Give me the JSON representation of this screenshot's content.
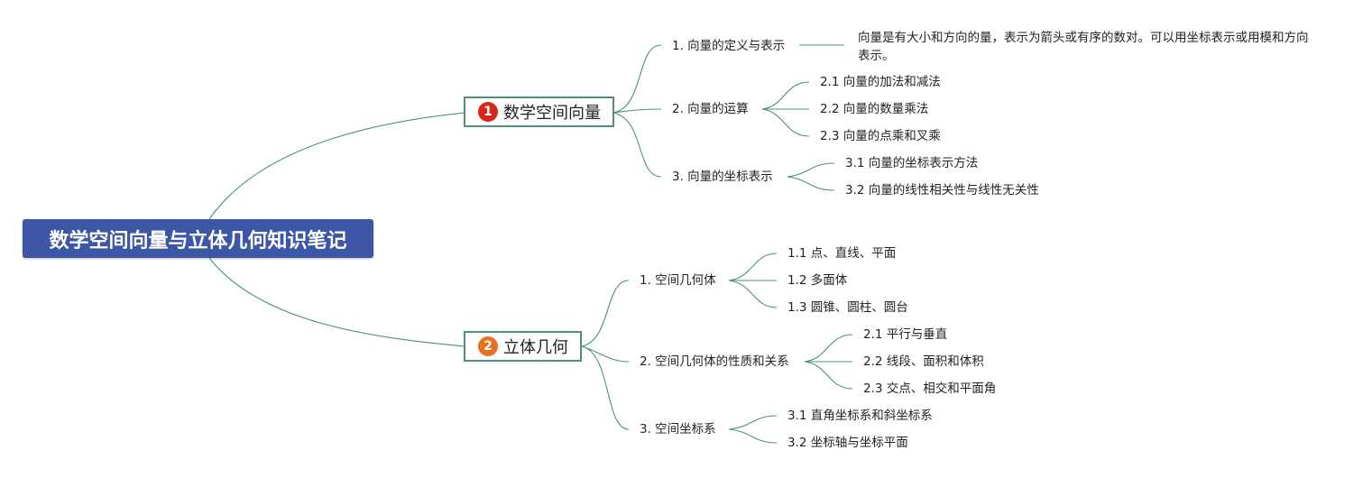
{
  "root": {
    "title": "数学空间向量与立体几何知识笔记"
  },
  "branches": [
    {
      "badge": "1",
      "badge_color": "#d9271e",
      "label": "数学空间向量",
      "children": [
        {
          "label": "1. 向量的定义与表示",
          "note": "向量是有大小和方向的量，表示为箭头或有序的数对。可以用坐标表示或用模和方向表示。"
        },
        {
          "label": "2. 向量的运算",
          "children": [
            "2.1 向量的加法和减法",
            "2.2 向量的数量乘法",
            "2.3 向量的点乘和叉乘"
          ]
        },
        {
          "label": "3. 向量的坐标表示",
          "children": [
            "3.1 向量的坐标表示方法",
            "3.2 向量的线性相关性与线性无关性"
          ]
        }
      ]
    },
    {
      "badge": "2",
      "badge_color": "#e8711e",
      "label": "立体几何",
      "children": [
        {
          "label": "1. 空间几何体",
          "children": [
            "1.1 点、直线、平面",
            "1.2 多面体",
            "1.3 圆锥、圆柱、圆台"
          ]
        },
        {
          "label": "2. 空间几何体的性质和关系",
          "children": [
            "2.1 平行与垂直",
            "2.2 线段、面积和体积",
            "2.3 交点、相交和平面角"
          ]
        },
        {
          "label": "3. 空间坐标系",
          "children": [
            "3.1 直角坐标系和斜坐标系",
            "3.2 坐标轴与坐标平面"
          ]
        }
      ]
    }
  ],
  "colors": {
    "line": "#4e8f80",
    "root_bg": "#3d56a6"
  }
}
